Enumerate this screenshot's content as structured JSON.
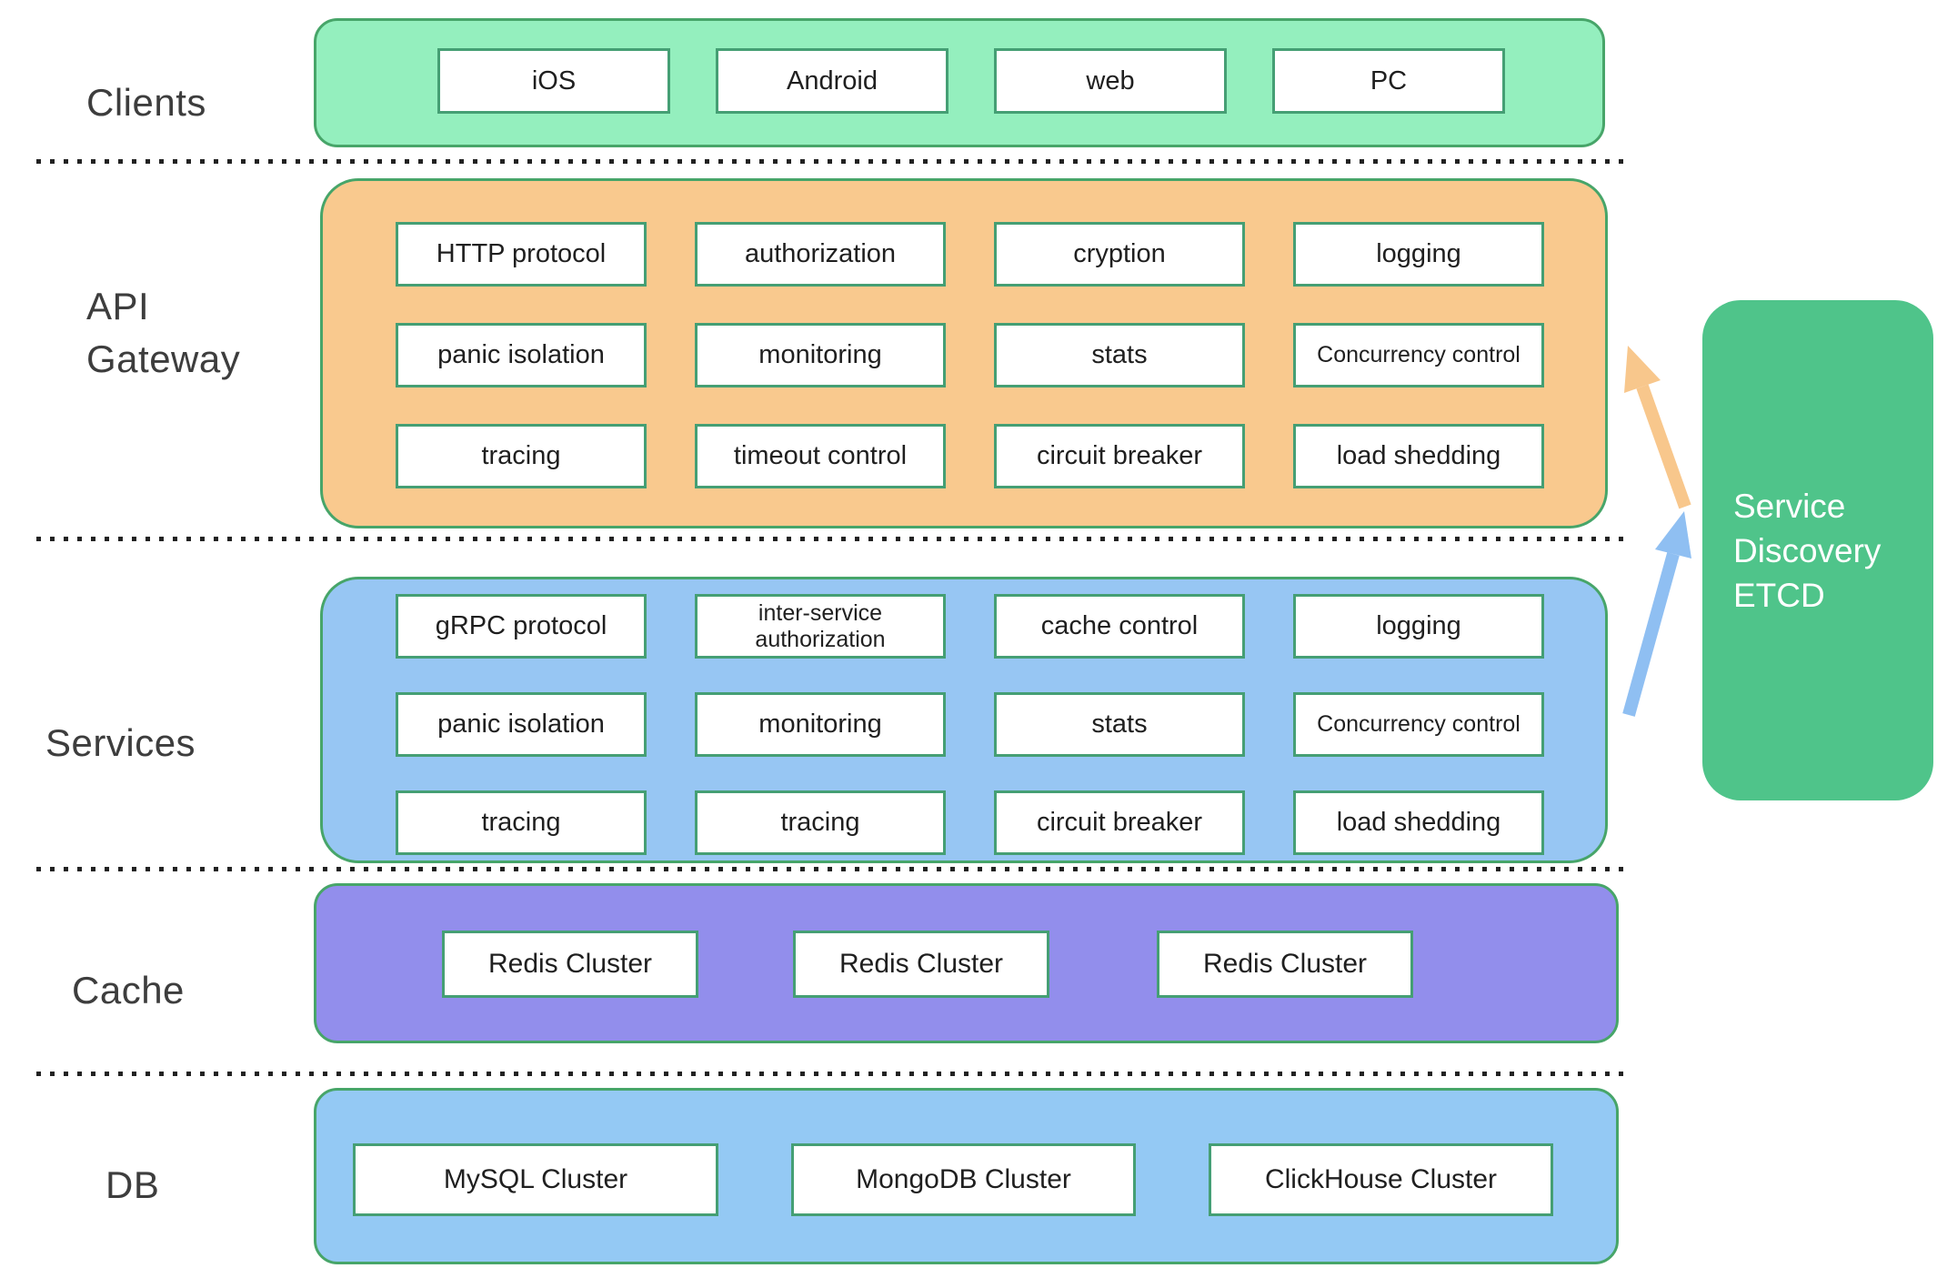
{
  "diagram_title": "service architecture layers",
  "colors": {
    "mint": "#94EFBE",
    "orange": "#F9C98E",
    "blue": "#97C6F3",
    "purple": "#928EEC",
    "dbblue": "#94C9F4",
    "etcd": "#4FC48A",
    "green-border": "#47A569",
    "box-border": "#459F74",
    "arrow-orange": "#F8C78C",
    "arrow-blue": "#8FBFF2"
  },
  "clients": {
    "label": "Clients",
    "items": [
      "iOS",
      "Android",
      "web",
      "PC"
    ]
  },
  "gateway": {
    "label": "API\nGateway",
    "items": [
      "HTTP protocol",
      "authorization",
      "cryption",
      "logging",
      "panic isolation",
      "monitoring",
      "stats",
      "Concurrency control",
      "tracing",
      "timeout control",
      "circuit breaker",
      "load shedding"
    ]
  },
  "services": {
    "label": "Services",
    "items": [
      "gRPC protocol",
      "inter-service authorization",
      "cache control",
      "logging",
      "panic isolation",
      "monitoring",
      "stats",
      "Concurrency control",
      "tracing",
      "tracing",
      "circuit breaker",
      "load shedding"
    ]
  },
  "cache": {
    "label": "Cache",
    "items": [
      "Redis Cluster",
      "Redis Cluster",
      "Redis Cluster"
    ]
  },
  "db": {
    "label": "DB",
    "items": [
      "MySQL Cluster",
      "MongoDB Cluster",
      "ClickHouse Cluster"
    ]
  },
  "etcd": {
    "label": "Service\nDiscovery\nETCD"
  },
  "arrows": [
    {
      "name": "etcd-to-gateway",
      "color_key": "arrow-orange"
    },
    {
      "name": "services-to-etcd",
      "color_key": "arrow-blue"
    }
  ]
}
